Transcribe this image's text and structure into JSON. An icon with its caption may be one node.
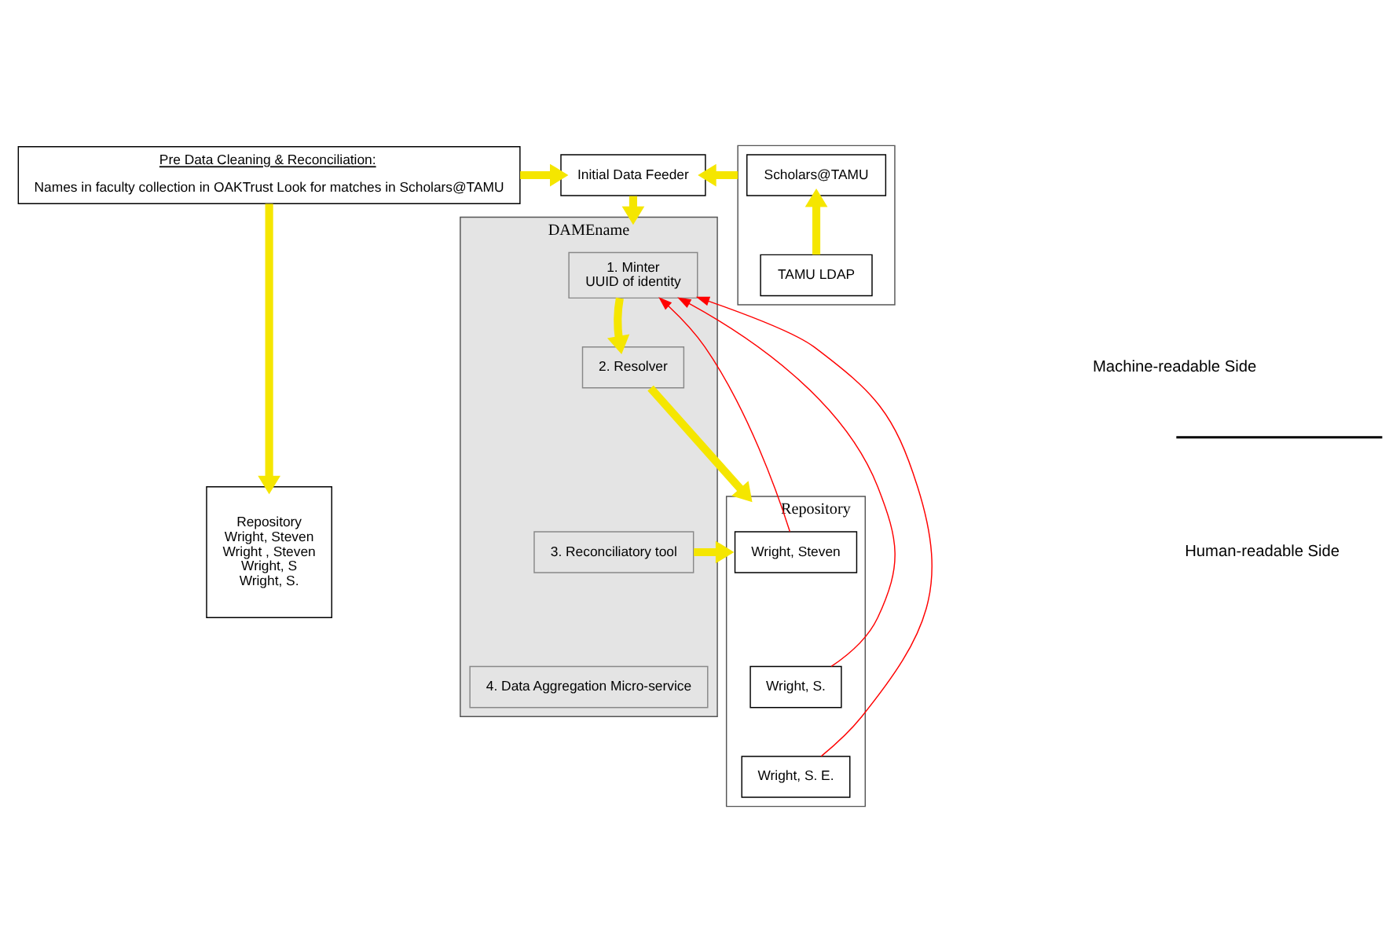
{
  "diagram": {
    "nodes": [
      {
        "text": [
          "Pre Data Cleaning & Reconciliation:",
          "Names in faculty collection in OAKTrust Look for matches in Scholars@TAMU"
        ]
      },
      {
        "text": [
          "Initial Data Feeder"
        ]
      },
      {
        "text": [],
        "shape": "box"
      },
      {
        "text": [
          "Scholars@TAMU"
        ],
        "in": 2
      },
      {
        "text": [
          "TAMU LDAP"
        ],
        "in": 2
      },
      {
        "text": [
          "DAMEname"
        ]
      },
      {
        "text": [
          "1. Minter",
          "UUID of identity"
        ],
        "in": 5
      },
      {
        "text": [
          "2. Resolver"
        ],
        "in": 5
      },
      {
        "text": [
          "3. Reconciliatory tool"
        ],
        "in": 5
      },
      {
        "text": [
          "4. Data Aggregation Micro-service"
        ],
        "in": 5
      },
      {
        "text": [
          "Repository",
          "Wright, Steven",
          "Wright , Steven",
          "Wright, S",
          "Wright, S."
        ]
      },
      {
        "text": [
          "Repository"
        ]
      },
      {
        "text": [
          "Wright, Steven"
        ],
        "in": 11
      },
      {
        "text": [
          "Wright, S."
        ],
        "in": 11
      },
      {
        "text": [
          "Wright, S. E."
        ],
        "in": 11
      }
    ],
    "edges": [
      {
        "from": 0,
        "to": 1,
        "arrow": "to"
      },
      {
        "from": 2,
        "to": 1,
        "arrow": "to"
      },
      {
        "from": 4,
        "to": 3,
        "arrow": "to"
      },
      {
        "from": 1,
        "to": 5,
        "arrow": "to"
      },
      {
        "from": 6,
        "to": 7,
        "arrow": "to"
      },
      {
        "from": 0,
        "to": 10,
        "arrow": "to"
      },
      {
        "from": 7,
        "to": 11,
        "arrow": "to"
      },
      {
        "from": 8,
        "to": 11,
        "arrow": "to"
      },
      {
        "from": 12,
        "to": 6,
        "arrow": "to",
        "color": "#ff0000"
      },
      {
        "from": 13,
        "to": 6,
        "arrow": "to",
        "color": "#ff0000"
      },
      {
        "from": 14,
        "to": 6,
        "arrow": "to",
        "color": "#ff0000"
      }
    ],
    "labels": [
      "Machine-readable Side",
      "Human-readable Side"
    ]
  }
}
